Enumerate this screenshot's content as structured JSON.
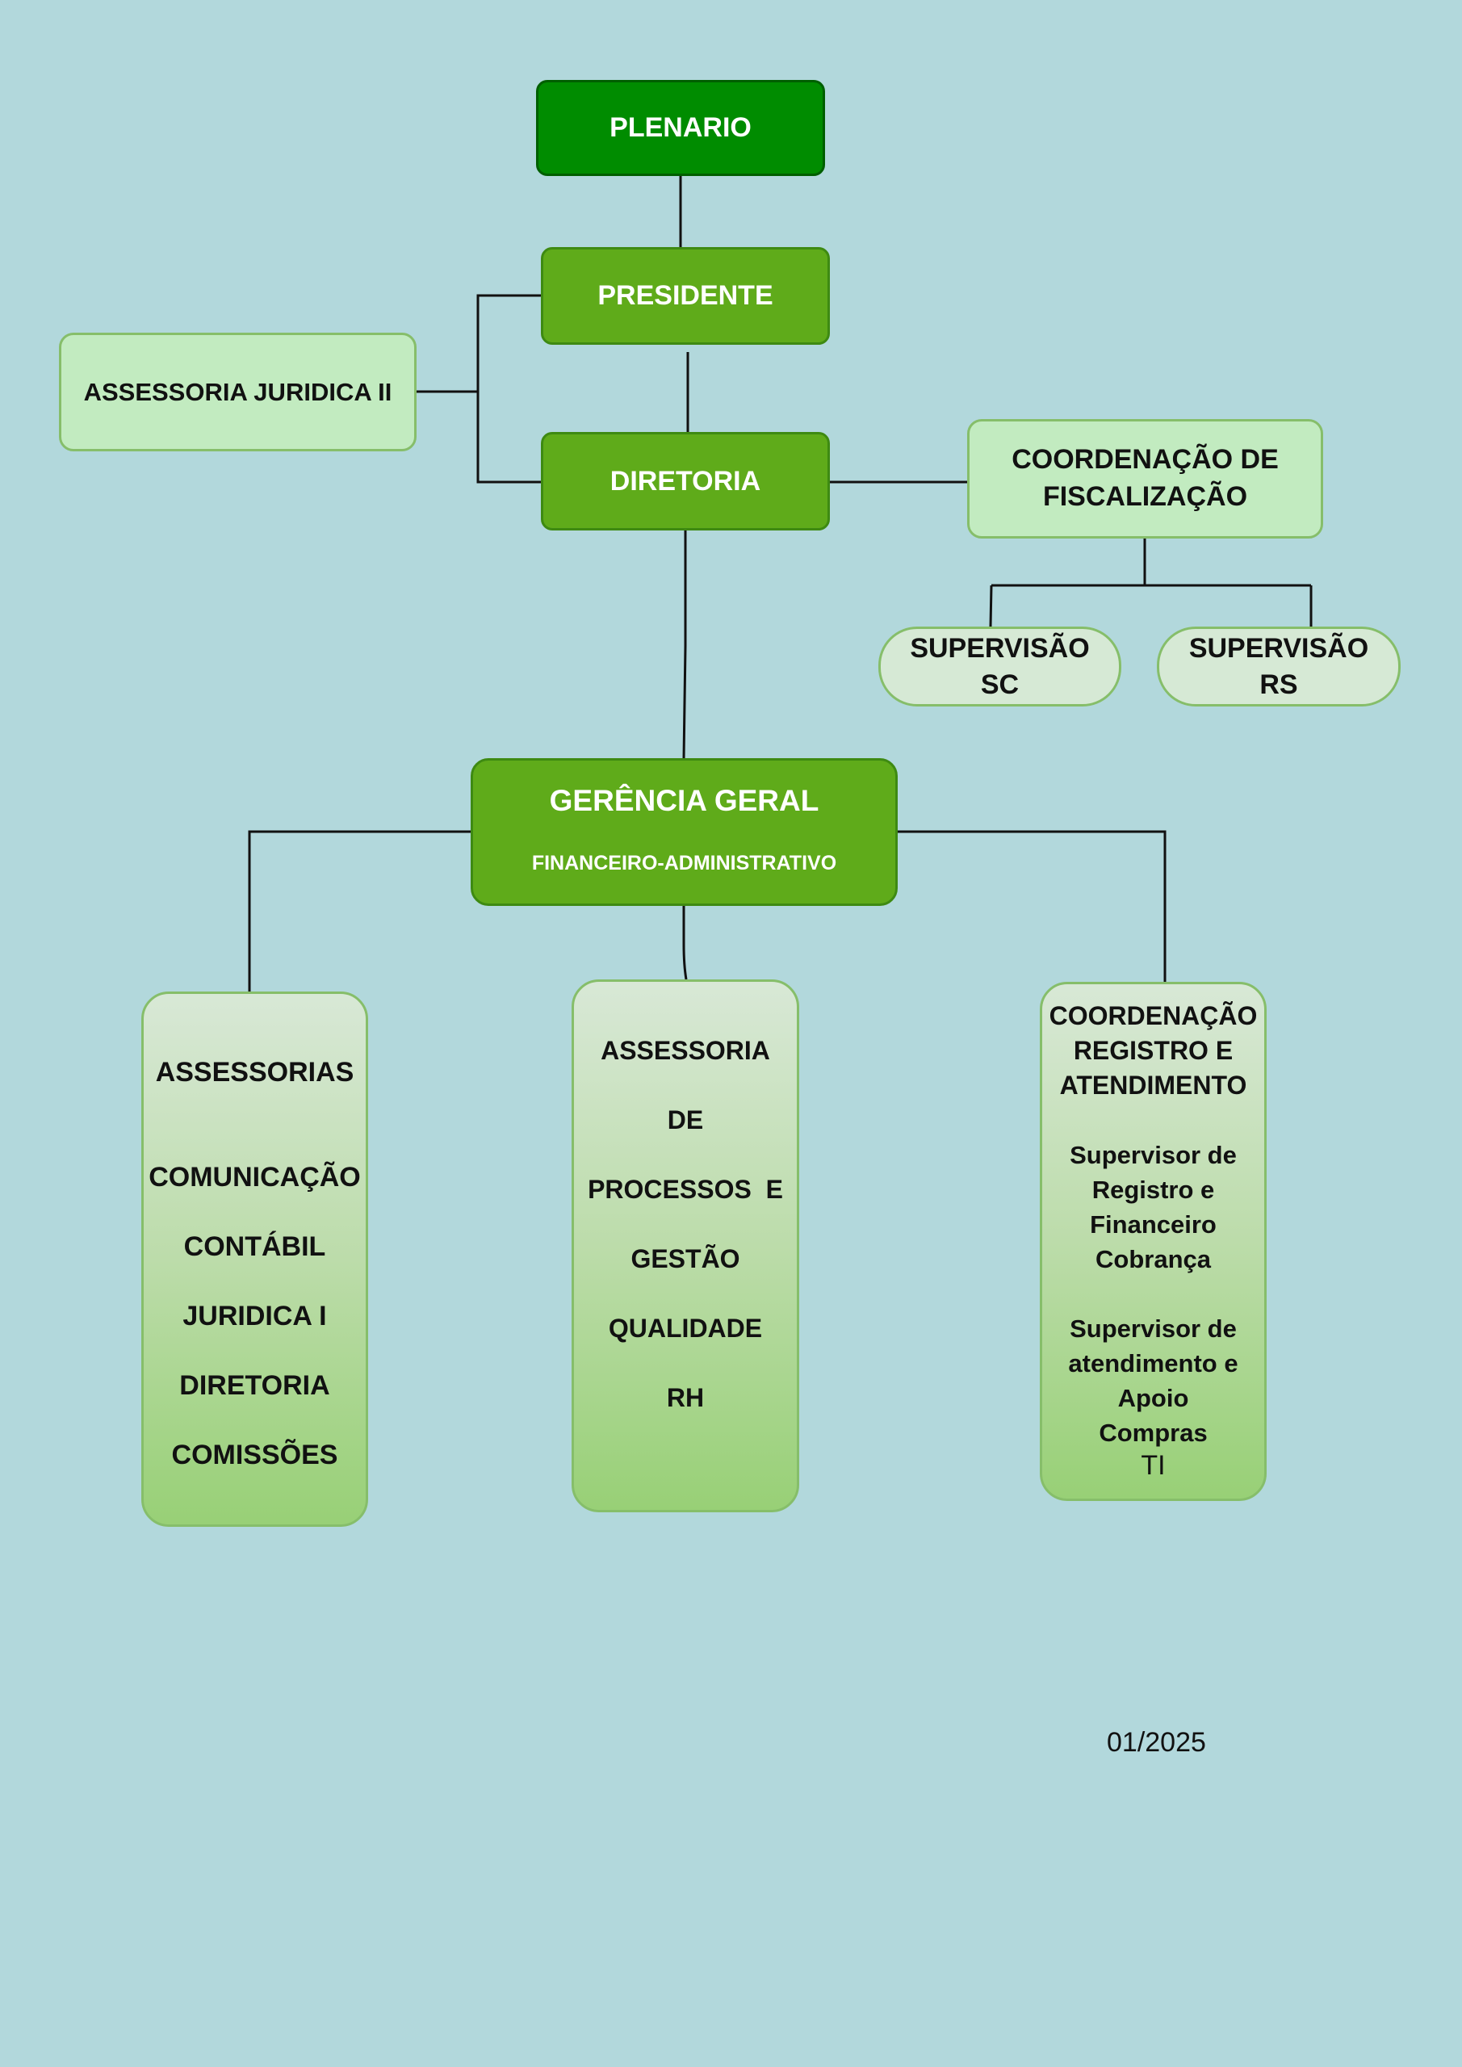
{
  "nodes": {
    "plenario": "PLENARIO",
    "presidente": "PRESIDENTE",
    "assessoria_juridica_ii": "ASSESSORIA JURIDICA II",
    "diretoria": "DIRETORIA",
    "coordenacao_fiscalizacao": [
      "COORDENAÇÃO DE",
      "FISCALIZAÇÃO"
    ],
    "supervisao_sc": [
      "SUPERVISÃO",
      "SC"
    ],
    "supervisao_rs": [
      "SUPERVISÃO",
      "RS"
    ],
    "gerencia_geral": {
      "title": "GERÊNCIA GERAL",
      "subtitle": "FINANCEIRO-ADMINISTRATIVO"
    },
    "assessorias": [
      "ASSESSORIAS",
      "COMUNICAÇÃO",
      "CONTÁBIL",
      "JURIDICA I",
      "DIRETORIA",
      "COMISSÕES"
    ],
    "assessoria_processos": [
      "ASSESSORIA",
      "DE",
      "PROCESSOS  E",
      "GESTÃO",
      "QUALIDADE",
      "RH"
    ],
    "coordenacao_registro": {
      "title": [
        "COORDENAÇÃO",
        "REGISTRO E",
        "ATENDIMENTO"
      ],
      "group1": [
        "Supervisor de",
        "Registro e",
        "Financeiro",
        "Cobrança"
      ],
      "group2": [
        "Supervisor de",
        "atendimento e",
        "Apoio",
        "Compras"
      ],
      "extra": "TI"
    }
  },
  "footer": {
    "date": "01/2025"
  },
  "colors": {
    "background": "#b2d8dc",
    "dark_green": "#008c00",
    "mid_green": "#5fab1a",
    "light_green": "#c2ebc0",
    "connector": "#111111"
  }
}
